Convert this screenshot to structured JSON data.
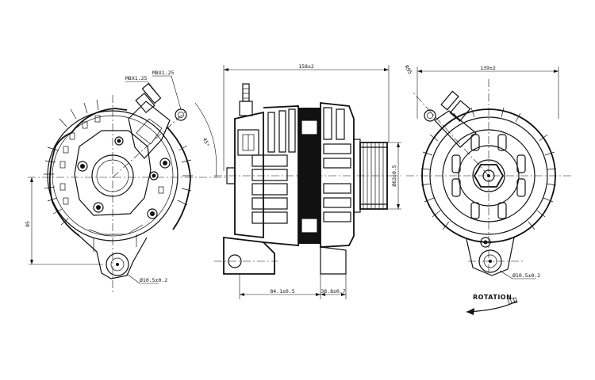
{
  "labels": {
    "thread_1": "M8X1.25",
    "thread_2": "M8X1.25",
    "angle_45": "45°",
    "height_85": "85",
    "hole_left": "Ø10.5±0.2",
    "width_side": "158±2",
    "pulley_dia": "Ø63±0.5",
    "len_84": "84.1±0.5",
    "len_38": "38.8±0.7",
    "radius_r95": "R95",
    "width_back": "139±2",
    "hole_right": "Ø10.5±0.2",
    "rotation": "ROTATION"
  }
}
